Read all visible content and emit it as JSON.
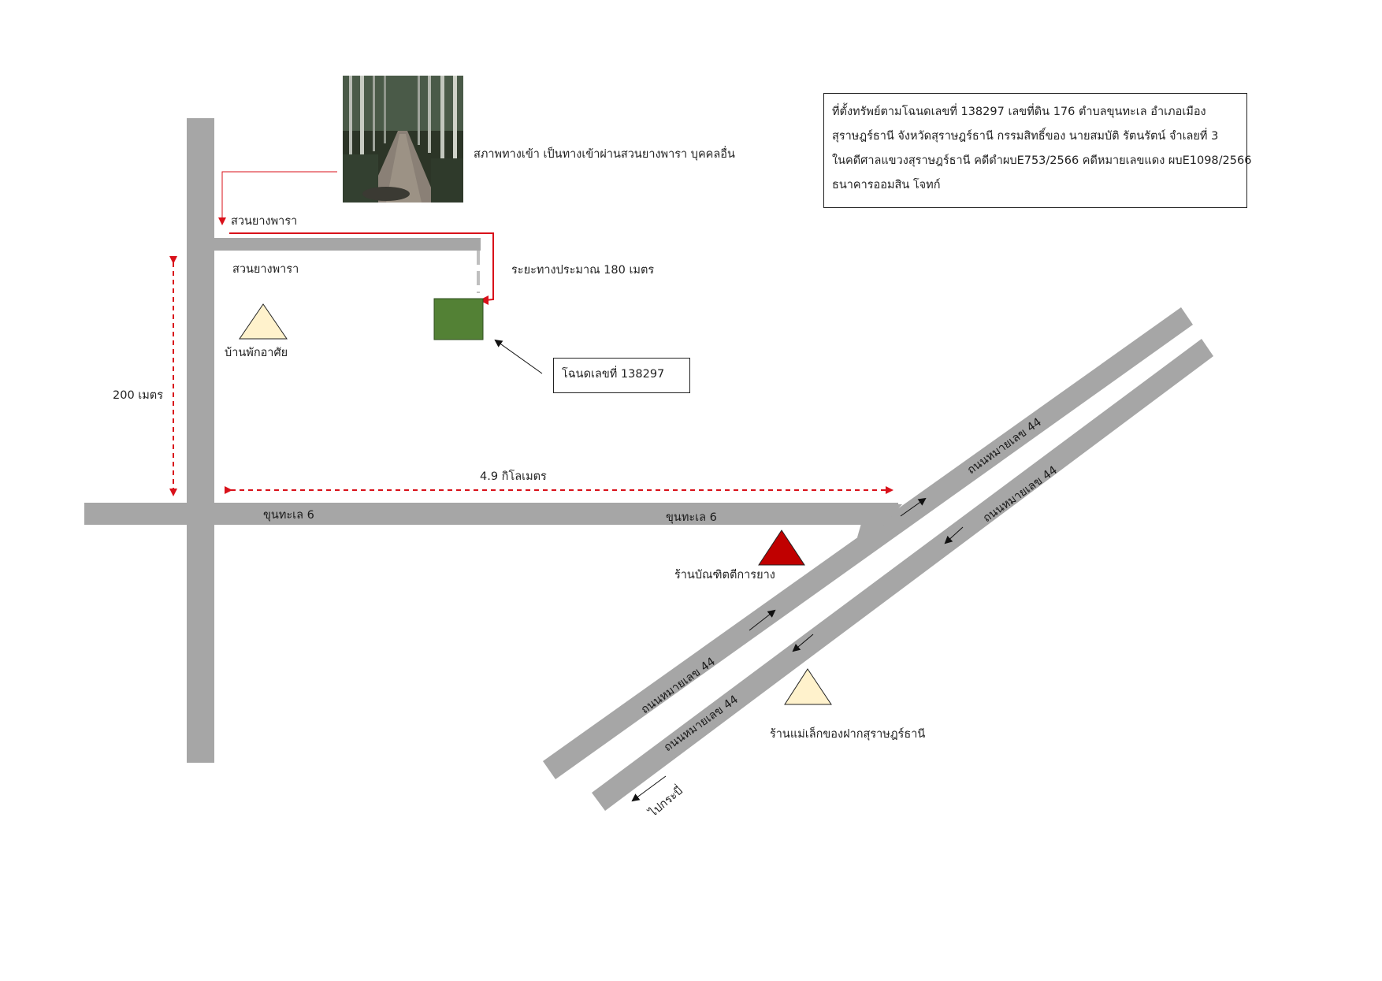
{
  "info_box": {
    "lines": [
      "ที่ตั้งทรัพย์ตามโฉนดเลขที่  138297 เลขที่ดิน  176  ตำบลขุนทะเล อำเภอเมือง",
      "สุราษฎร์ธานี จังหวัดสุราษฎร์ธานี กรรมสิทธิ์ของ นายสมบัติ  รัตนรัตน์  จำเลยที่  3",
      "ในคดีศาลแขวงสุราษฎร์ธานี คดีดำผบE753/2566 คดีหมายเลขแดง ผบE1098/2566",
      "ธนาคารออมสิน โจทก์"
    ]
  },
  "photo_caption": "สภาพทางเข้า เป็นทางเข้าผ่านสวนยางพารา บุคคลอื่น",
  "labels": {
    "rubber_garden_top": "สวนยางพารา",
    "rubber_garden_bottom": "สวนยางพารา",
    "distance_180": "ระยะทางประมาณ 180  เมตร",
    "house": "บ้านพักอาศัย",
    "distance_200": "200 เมตร",
    "distance_4_9": "4.9 กิโลเมตร",
    "deed": "โฉนดเลขที่   138297",
    "khun_thale_left": "ขุนทะเล 6",
    "khun_thale_right": "ขุนทะเล 6",
    "shop_rubber": "ร้านบัณฑิตตีการยาง",
    "shop_souvenir": "ร้านแม่เล็กของฝากสุราษฎร์ธานี",
    "to_krabi": "ไปกระบี่",
    "hwy_upper_right": "ถนนหมายเลข 44",
    "hwy_lower_right": "ถนนหมายเลข 44",
    "hwy_upper_left": "ถนนหมายเลข 44",
    "hwy_lower_left": "ถนนหมายเลข 44"
  },
  "colors": {
    "road": "#a6a6a6",
    "route_red": "#d9111a",
    "plot_green": "#538135",
    "landmark_cream": "#fff2cc",
    "landmark_red": "#c00000"
  },
  "icons": {
    "house": "triangle-landmark-icon",
    "shop_rubber": "triangle-red-landmark-icon",
    "shop_souvenir": "triangle-landmark-icon",
    "plot": "square-plot-icon"
  }
}
